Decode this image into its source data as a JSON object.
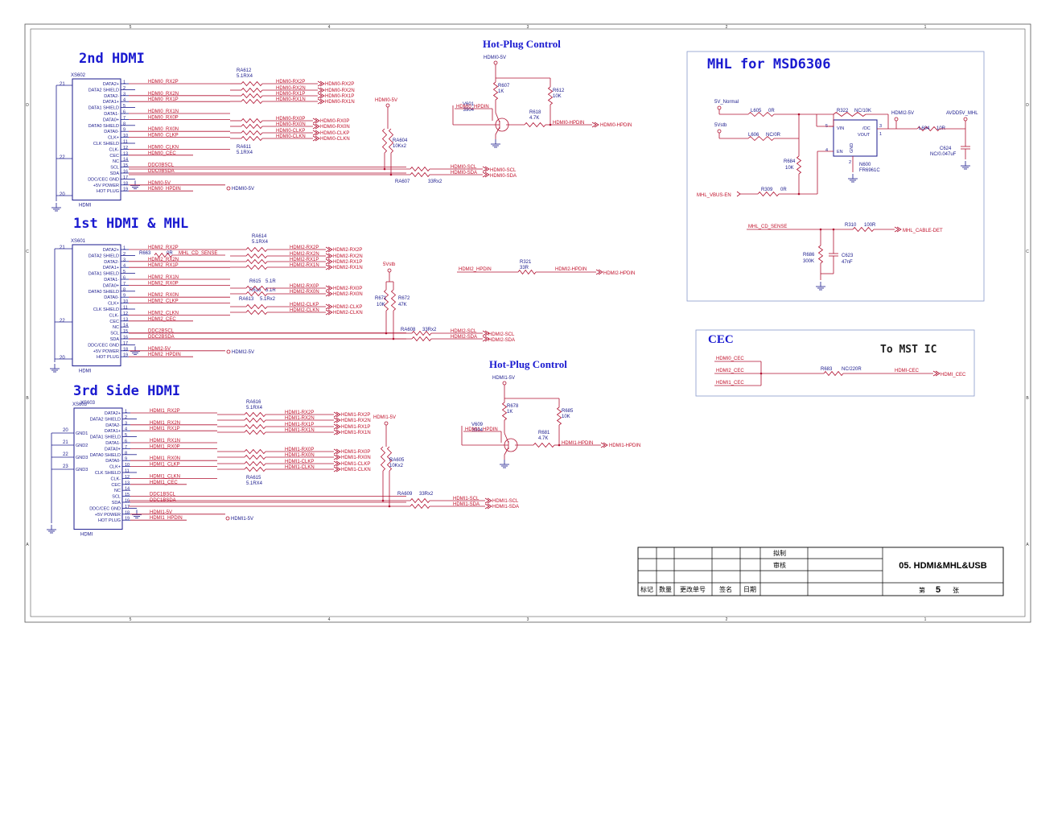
{
  "sections": {
    "hdmi2": "2nd HDMI",
    "hdmi1_mhl": "1st HDMI & MHL",
    "hdmi3": "3rd Side HDMI",
    "mhl": "MHL for MSD6306",
    "cec": "CEC",
    "to_mst": "To MST IC",
    "hotplug_a": "Hot-Plug Control",
    "hotplug_b": "Hot-Plug Control"
  },
  "connector_pins": [
    "DATA2+",
    "DATA2 SHIELD",
    "DATA2-",
    "DATA1+",
    "DATA1 SHIELD",
    "DATA1-",
    "DATA0+",
    "DATA0 SHIELD",
    "DATA0-",
    "CLK+",
    "CLK SHIELD",
    "CLK-",
    "CEC",
    "NC",
    "SCL",
    "SDA",
    "DDC/CEC GND",
    "+5V POWER",
    "HOT PLUG"
  ],
  "connector_pins_side": [
    "DATA2+",
    "DATA2 SHIELD",
    "DATA2-",
    "DATA1+",
    "DATA1 SHIELD",
    "DATA1-",
    "DATA0+",
    "DATA0 SHIELD",
    "DATA0-",
    "CLK+",
    "CLK SHIELD",
    "CLK-",
    "CEC",
    "NC",
    "SCL",
    "SDA",
    "DDC/CEC GND",
    "+5V POWER",
    "HOT PLUG"
  ],
  "pin_numbers": [
    "1",
    "2",
    "3",
    "4",
    "5",
    "6",
    "7",
    "8",
    "9",
    "10",
    "11",
    "12",
    "13",
    "14",
    "15",
    "16",
    "17",
    "18",
    "19"
  ],
  "hdmi2": {
    "ref": "XS602",
    "type": "HDMI",
    "p21": "21",
    "p22": "22",
    "p20": "20",
    "nets": [
      "HDMI0_RX2P",
      "",
      "HDMI0_RX2N",
      "HDMI0_RX1P",
      "",
      "HDMI0_RX1N",
      "HDMI0_RX0P",
      "",
      "HDMI0_RX0N",
      "HDMI0_CLKP",
      "",
      "HDMI0_CLKN",
      "HDMI0_CEC",
      "",
      "DDC0BSCL",
      "DDC0BSDA",
      "",
      "HDMI0-5V",
      "HDMI0_HPDIN"
    ],
    "out_a": [
      "HDMI0-RX2P",
      "HDMI0-RX2N",
      "HDMI0-RX1P",
      "HDMI0-RX1N"
    ],
    "out_b": [
      "HDMI0-RX0P",
      "HDMI0-RX0N",
      "HDMI0-CLKP",
      "HDMI0-CLKN"
    ],
    "ra_a": "RA612",
    "ra_a_val": "5.1RX4",
    "ra_b": "RA611",
    "ra_b_val": "5.1RX4",
    "pullup_net": "HDMI0-5V",
    "pullup": "RA604",
    "pullup_val": "10Kx2",
    "ser": "RA607",
    "ser_val": "33Rx2",
    "ddc_out": [
      "HDMI0-SCL",
      "HDMI0-SDA"
    ],
    "pwr": "HDMI0-5V"
  },
  "hdmi1": {
    "ref": "XS601",
    "type": "HDMI",
    "p21": "21",
    "p22": "22",
    "p20": "20",
    "nets": [
      "HDMI2_RX2P",
      "",
      "HDMI2_RX2N",
      "HDMI2_RX1P",
      "",
      "HDMI2_RX1N",
      "HDMI2_RX0P",
      "",
      "HDMI2_RX0N",
      "HDMI2_CLKP",
      "",
      "HDMI2_CLKN",
      "HDMI2_CEC",
      "",
      "DDC2BSCL",
      "DDC2BSDA",
      "",
      "HDMI2-5V",
      "HDMI2_HPDIN"
    ],
    "r663": "R663",
    "r663_val": "0R",
    "mhl_cd": "MHL_CD_SENSE",
    "out_a": [
      "HDMI2-RX2P",
      "HDMI2-RX2N",
      "HDMI2-RX1P",
      "HDMI2-RX1N"
    ],
    "out_b": [
      "HDMI2-RX0P",
      "HDMI2-RX0N",
      "HDMI2-CLKP",
      "HDMI2-CLKN"
    ],
    "ra_a": "RA614",
    "ra_a_val": "5.1RX4",
    "r615": "R615",
    "r615_val": "5.1R",
    "r616": "R616",
    "r616_val": "5.1R",
    "ra613": "RA613",
    "ra613_val": "5.1Rx2",
    "r671": "R671",
    "r671_val": "10K",
    "r672": "R672",
    "r672_val": "47K",
    "pullup_net": "5Vstb",
    "ser": "RA608",
    "ser_val": "33Rx2",
    "ddc_out": [
      "HDMI2-SCL",
      "HDMI2-SDA"
    ],
    "pwr": "HDMI2-5V",
    "r321": "R321",
    "r321_val": "33R",
    "hpd_in": "HDMI2_HPDIN",
    "hpd_out": "HDMI2-HPDIN"
  },
  "hdmi3": {
    "ref": "XS603",
    "type": "HDMI",
    "p20": "20",
    "p21": "21",
    "p22": "22",
    "p23": "23",
    "gnd_labels": [
      "GND1",
      "GND2",
      "GND3",
      "GND3"
    ],
    "nets": [
      "HDMI1_RX2P",
      "",
      "HDMI1_RX2N",
      "HDMI1_RX1P",
      "",
      "HDMI1_RX1N",
      "HDMI1_RX0P",
      "",
      "HDMI1_RX0N",
      "HDMI1_CLKP",
      "",
      "HDMI1_CLKN",
      "HDMI1_CEC",
      "",
      "DDC1BSCL",
      "DDC1BSDA",
      "",
      "HDMI1-5V",
      "HDMI1_HPDIN"
    ],
    "out_a": [
      "HDMI1-RX2P",
      "HDMI1-RX2N",
      "HDMI1-RX1P",
      "HDMI1-RX1N"
    ],
    "out_b": [
      "HDMI1-RX0P",
      "HDMI1-RX0N",
      "HDMI1-CLKP",
      "HDMI1-CLKN"
    ],
    "ra_a": "RA616",
    "ra_a_val": "5.1RX4",
    "ra_b": "RA615",
    "ra_b_val": "5.1RX4",
    "pullup_net": "HDMI1-5V",
    "pullup": "RA605",
    "pullup_val": "10Kx2",
    "ser": "RA609",
    "ser_val": "33Rx2",
    "ddc_out": [
      "HDMI1-SCL",
      "HDMI1-SDA"
    ],
    "pwr": "HDMI1-5V"
  },
  "hotplug0": {
    "vcc": "HDMI0-5V",
    "r607": "R607",
    "r607_val": "1K",
    "r612": "R612",
    "r612_val": "10K",
    "r618": "R618",
    "r618_val": "4.7K",
    "q": "V601",
    "q_val": "3904",
    "in": "HDMI0_HPDIN",
    "out": "HDMI0-HPDIN",
    "out2": "HDMI0-HPDIN"
  },
  "hotplug1": {
    "vcc": "HDMI1-5V",
    "r678": "R678",
    "r678_val": "1K",
    "r685": "R685",
    "r685_val": "10K",
    "r681": "R681",
    "r681_val": "4.7K",
    "q": "V609",
    "q_val": "3904",
    "in": "HDMI1_HPDIN",
    "out": "HDMI1-HPDIN",
    "out2": "HDMI1-HPDIN"
  },
  "mhl": {
    "v5normal": "5V_Normal",
    "v5stb": "5Vstb",
    "l605": "L605",
    "l605_val": "0R",
    "l606": "L606",
    "l606_val": "NC/0R",
    "r322": "R322",
    "r322_val": "NC/10K",
    "hdmi2_5v": "HDMI2-5V",
    "avdd": "AVDD5V_MHL",
    "ic": "N600",
    "ic_part": "FR6961C",
    "vin": "VIN",
    "oc": "/OC",
    "vout": "VOUT",
    "en": "EN",
    "gnd": "GND",
    "p5": "5",
    "p3": "3",
    "p1": "1",
    "p4": "4",
    "p2": "2",
    "l604": "L604",
    "l604_val": "10R",
    "c624": "C624",
    "c624_val": "NC/0.047uF",
    "r684": "R684",
    "r684_val": "10K",
    "r309": "R309",
    "r309_val": "0R",
    "vbus": "MHL_VBUS-EN",
    "cd": "MHL_CD_SENSE",
    "r310": "R310",
    "r310_val": "100R",
    "cable": "MHL_CABLE-DET",
    "r686": "R686",
    "r686_val": "300K",
    "c623": "C623",
    "c623_val": "47nF"
  },
  "cec": {
    "nets": [
      "HDMI0_CEC",
      "HDMI2_CEC",
      "HDMI1_CEC"
    ],
    "r683": "R683",
    "r683_val": "NC/220R",
    "out": "HDMI-CEC",
    "out2": "HDMI_CEC"
  },
  "title_block": {
    "draw": "拟制",
    "check": "审核",
    "cols": [
      "标记",
      "数量",
      "更改单号",
      "签名",
      "日期"
    ],
    "title": "05. HDMI&MHL&USB",
    "sheet_prefix": "第",
    "sheet_no": "5",
    "sheet_suffix": "张"
  },
  "border": {
    "cols": [
      "5",
      "4",
      "3",
      "2",
      "1"
    ],
    "rows": [
      "D",
      "C",
      "B",
      "A"
    ]
  }
}
